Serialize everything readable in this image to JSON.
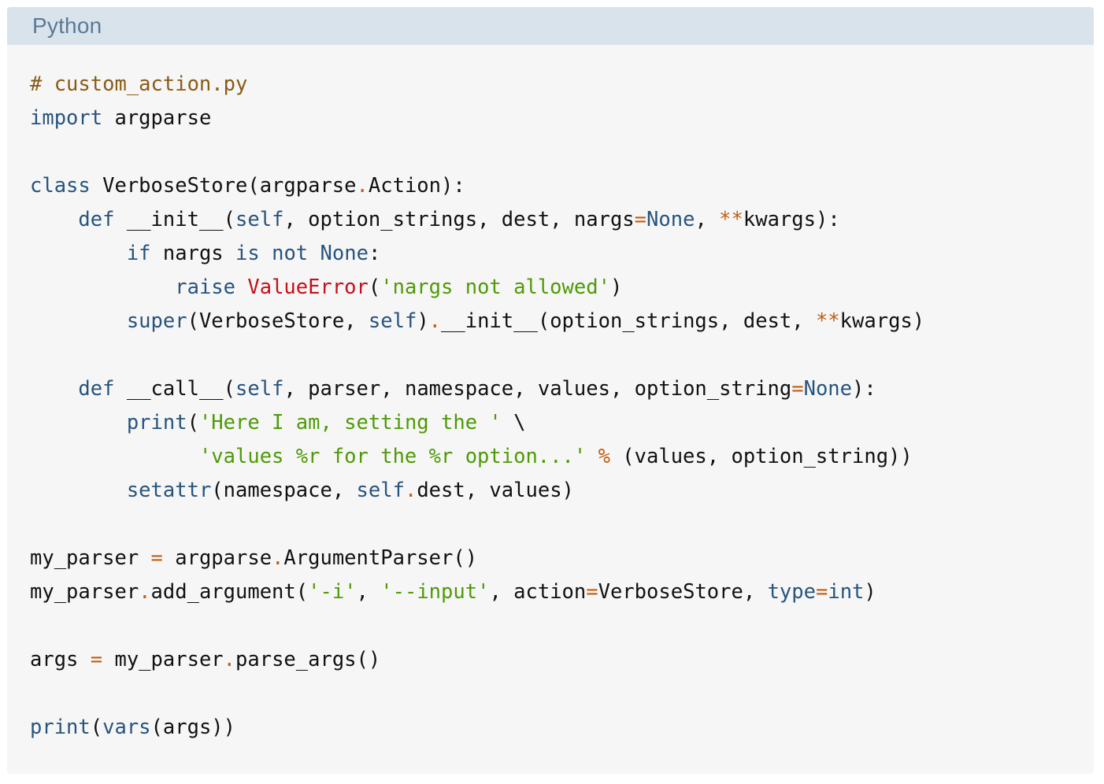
{
  "header": {
    "language": "Python"
  },
  "code": {
    "lines": [
      [
        {
          "t": "# custom_action.py",
          "k": "comment"
        }
      ],
      [
        {
          "t": "import",
          "k": "keyword"
        },
        {
          "t": " argparse",
          "k": "plain"
        }
      ],
      [],
      [
        {
          "t": "class",
          "k": "keyword"
        },
        {
          "t": " VerboseStore(argparse",
          "k": "plain"
        },
        {
          "t": ".",
          "k": "operator"
        },
        {
          "t": "Action):",
          "k": "plain"
        }
      ],
      [
        {
          "t": "    ",
          "k": "plain"
        },
        {
          "t": "def",
          "k": "keyword"
        },
        {
          "t": " __init__(",
          "k": "plain"
        },
        {
          "t": "self",
          "k": "builtin"
        },
        {
          "t": ", option_strings, dest, nargs",
          "k": "plain"
        },
        {
          "t": "=",
          "k": "operator"
        },
        {
          "t": "None",
          "k": "builtin"
        },
        {
          "t": ", ",
          "k": "plain"
        },
        {
          "t": "**",
          "k": "operator"
        },
        {
          "t": "kwargs):",
          "k": "plain"
        }
      ],
      [
        {
          "t": "        ",
          "k": "plain"
        },
        {
          "t": "if",
          "k": "keyword"
        },
        {
          "t": " nargs ",
          "k": "plain"
        },
        {
          "t": "is",
          "k": "keyword"
        },
        {
          "t": " ",
          "k": "plain"
        },
        {
          "t": "not",
          "k": "keyword"
        },
        {
          "t": " ",
          "k": "plain"
        },
        {
          "t": "None",
          "k": "builtin"
        },
        {
          "t": ":",
          "k": "plain"
        }
      ],
      [
        {
          "t": "            ",
          "k": "plain"
        },
        {
          "t": "raise",
          "k": "keyword"
        },
        {
          "t": " ",
          "k": "plain"
        },
        {
          "t": "ValueError",
          "k": "exception"
        },
        {
          "t": "(",
          "k": "plain"
        },
        {
          "t": "'nargs not allowed'",
          "k": "string"
        },
        {
          "t": ")",
          "k": "plain"
        }
      ],
      [
        {
          "t": "        ",
          "k": "plain"
        },
        {
          "t": "super",
          "k": "builtin"
        },
        {
          "t": "(VerboseStore, ",
          "k": "plain"
        },
        {
          "t": "self",
          "k": "builtin"
        },
        {
          "t": ")",
          "k": "plain"
        },
        {
          "t": ".",
          "k": "operator"
        },
        {
          "t": "__init__(option_strings, dest, ",
          "k": "plain"
        },
        {
          "t": "**",
          "k": "operator"
        },
        {
          "t": "kwargs)",
          "k": "plain"
        }
      ],
      [],
      [
        {
          "t": "    ",
          "k": "plain"
        },
        {
          "t": "def",
          "k": "keyword"
        },
        {
          "t": " __call__(",
          "k": "plain"
        },
        {
          "t": "self",
          "k": "builtin"
        },
        {
          "t": ", parser, namespace, values, option_string",
          "k": "plain"
        },
        {
          "t": "=",
          "k": "operator"
        },
        {
          "t": "None",
          "k": "builtin"
        },
        {
          "t": "):",
          "k": "plain"
        }
      ],
      [
        {
          "t": "        ",
          "k": "plain"
        },
        {
          "t": "print",
          "k": "builtin"
        },
        {
          "t": "(",
          "k": "plain"
        },
        {
          "t": "'Here I am, setting the '",
          "k": "string"
        },
        {
          "t": " \\",
          "k": "plain"
        }
      ],
      [
        {
          "t": "              ",
          "k": "plain"
        },
        {
          "t": "'values %r for the %r option...'",
          "k": "string"
        },
        {
          "t": " ",
          "k": "plain"
        },
        {
          "t": "%",
          "k": "operator"
        },
        {
          "t": " (values, option_string))",
          "k": "plain"
        }
      ],
      [
        {
          "t": "        ",
          "k": "plain"
        },
        {
          "t": "setattr",
          "k": "builtin"
        },
        {
          "t": "(namespace, ",
          "k": "plain"
        },
        {
          "t": "self",
          "k": "builtin"
        },
        {
          "t": ".",
          "k": "operator"
        },
        {
          "t": "dest, values)",
          "k": "plain"
        }
      ],
      [],
      [
        {
          "t": "my_parser ",
          "k": "plain"
        },
        {
          "t": "=",
          "k": "operator"
        },
        {
          "t": " argparse",
          "k": "plain"
        },
        {
          "t": ".",
          "k": "operator"
        },
        {
          "t": "ArgumentParser()",
          "k": "plain"
        }
      ],
      [
        {
          "t": "my_parser",
          "k": "plain"
        },
        {
          "t": ".",
          "k": "operator"
        },
        {
          "t": "add_argument(",
          "k": "plain"
        },
        {
          "t": "'-i'",
          "k": "string"
        },
        {
          "t": ", ",
          "k": "plain"
        },
        {
          "t": "'--input'",
          "k": "string"
        },
        {
          "t": ", action",
          "k": "plain"
        },
        {
          "t": "=",
          "k": "operator"
        },
        {
          "t": "VerboseStore, ",
          "k": "plain"
        },
        {
          "t": "type",
          "k": "builtin"
        },
        {
          "t": "=",
          "k": "operator"
        },
        {
          "t": "int",
          "k": "builtin"
        },
        {
          "t": ")",
          "k": "plain"
        }
      ],
      [],
      [
        {
          "t": "args ",
          "k": "plain"
        },
        {
          "t": "=",
          "k": "operator"
        },
        {
          "t": " my_parser",
          "k": "plain"
        },
        {
          "t": ".",
          "k": "operator"
        },
        {
          "t": "parse_args()",
          "k": "plain"
        }
      ],
      [],
      [
        {
          "t": "print",
          "k": "builtin"
        },
        {
          "t": "(",
          "k": "plain"
        },
        {
          "t": "vars",
          "k": "builtin"
        },
        {
          "t": "(args))",
          "k": "plain"
        }
      ]
    ]
  }
}
